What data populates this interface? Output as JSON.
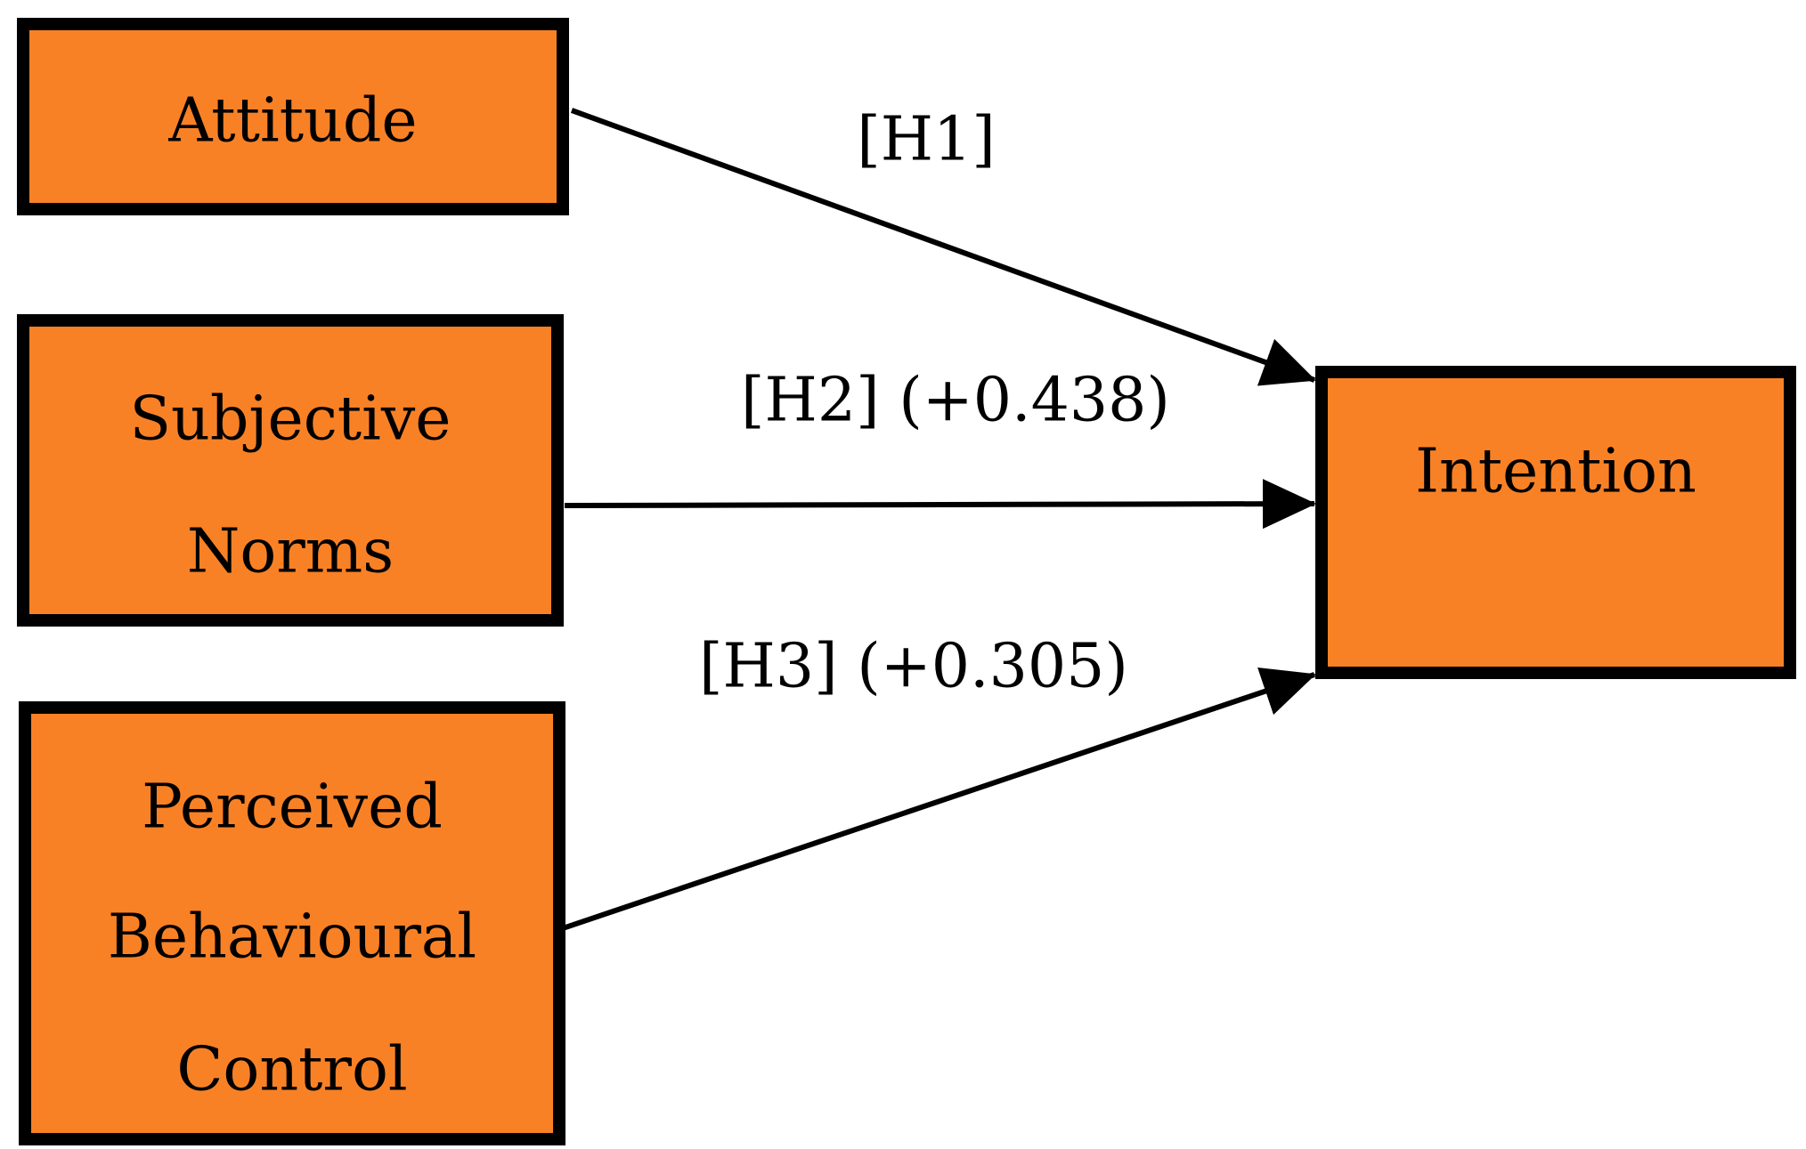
{
  "colors": {
    "node_fill": "#F98125",
    "border": "#000000",
    "text": "#000000"
  },
  "nodes": {
    "attitude": {
      "lines": [
        "Attitude"
      ]
    },
    "subjective_norms": {
      "lines": [
        "Subjective",
        "Norms"
      ]
    },
    "pbc": {
      "lines": [
        "Perceived",
        "Behavioural",
        "Control"
      ]
    },
    "intention": {
      "lines": [
        "Intention"
      ]
    }
  },
  "edges": {
    "h1": {
      "from": "attitude",
      "to": "intention",
      "label": "[H1]"
    },
    "h2": {
      "from": "subjective_norms",
      "to": "intention",
      "label": "[H2] (+0.438)"
    },
    "h3": {
      "from": "pbc",
      "to": "intention",
      "label": "[H3] (+0.305)"
    }
  }
}
